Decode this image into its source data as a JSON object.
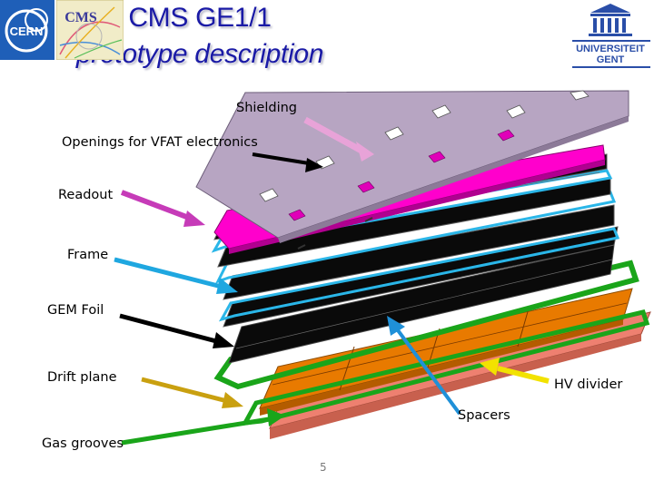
{
  "slide": {
    "title_line1": "CMS GE1/1",
    "title_line2": "prototype description",
    "page_number": "5"
  },
  "logos": {
    "cern_text": "CERN",
    "cms_text": "CMS",
    "ugent_line1": "UNIVERSITEIT",
    "ugent_line2": "GENT"
  },
  "labels": {
    "shielding": "Shielding",
    "openings": "Openings for VFAT electronics",
    "readout": "Readout",
    "frame": "Frame",
    "gem_foil": "GEM Foil",
    "drift_plane": "Drift plane",
    "hv_divider": "HV divider",
    "spacers": "Spacers",
    "gas_grooves": "Gas grooves"
  },
  "colors": {
    "title": "#1a1aa6",
    "shielding": "#b7a5c2",
    "readout": "#ff00cc",
    "frame": "#2ab6e8",
    "gem_foil": "#000000",
    "drift_plane": "#e87a00",
    "drift_frame": "#1aa51a",
    "gas_grooves_base": "#ee8070",
    "arrow_shielding": "#e8a3d8",
    "arrow_readout": "#c63bb8",
    "arrow_frame": "#1fa7e0",
    "arrow_drift": "#c9a010",
    "arrow_hv": "#f2e200",
    "arrow_spacers": "#1f90d8",
    "arrow_gas": "#1aa51a"
  }
}
